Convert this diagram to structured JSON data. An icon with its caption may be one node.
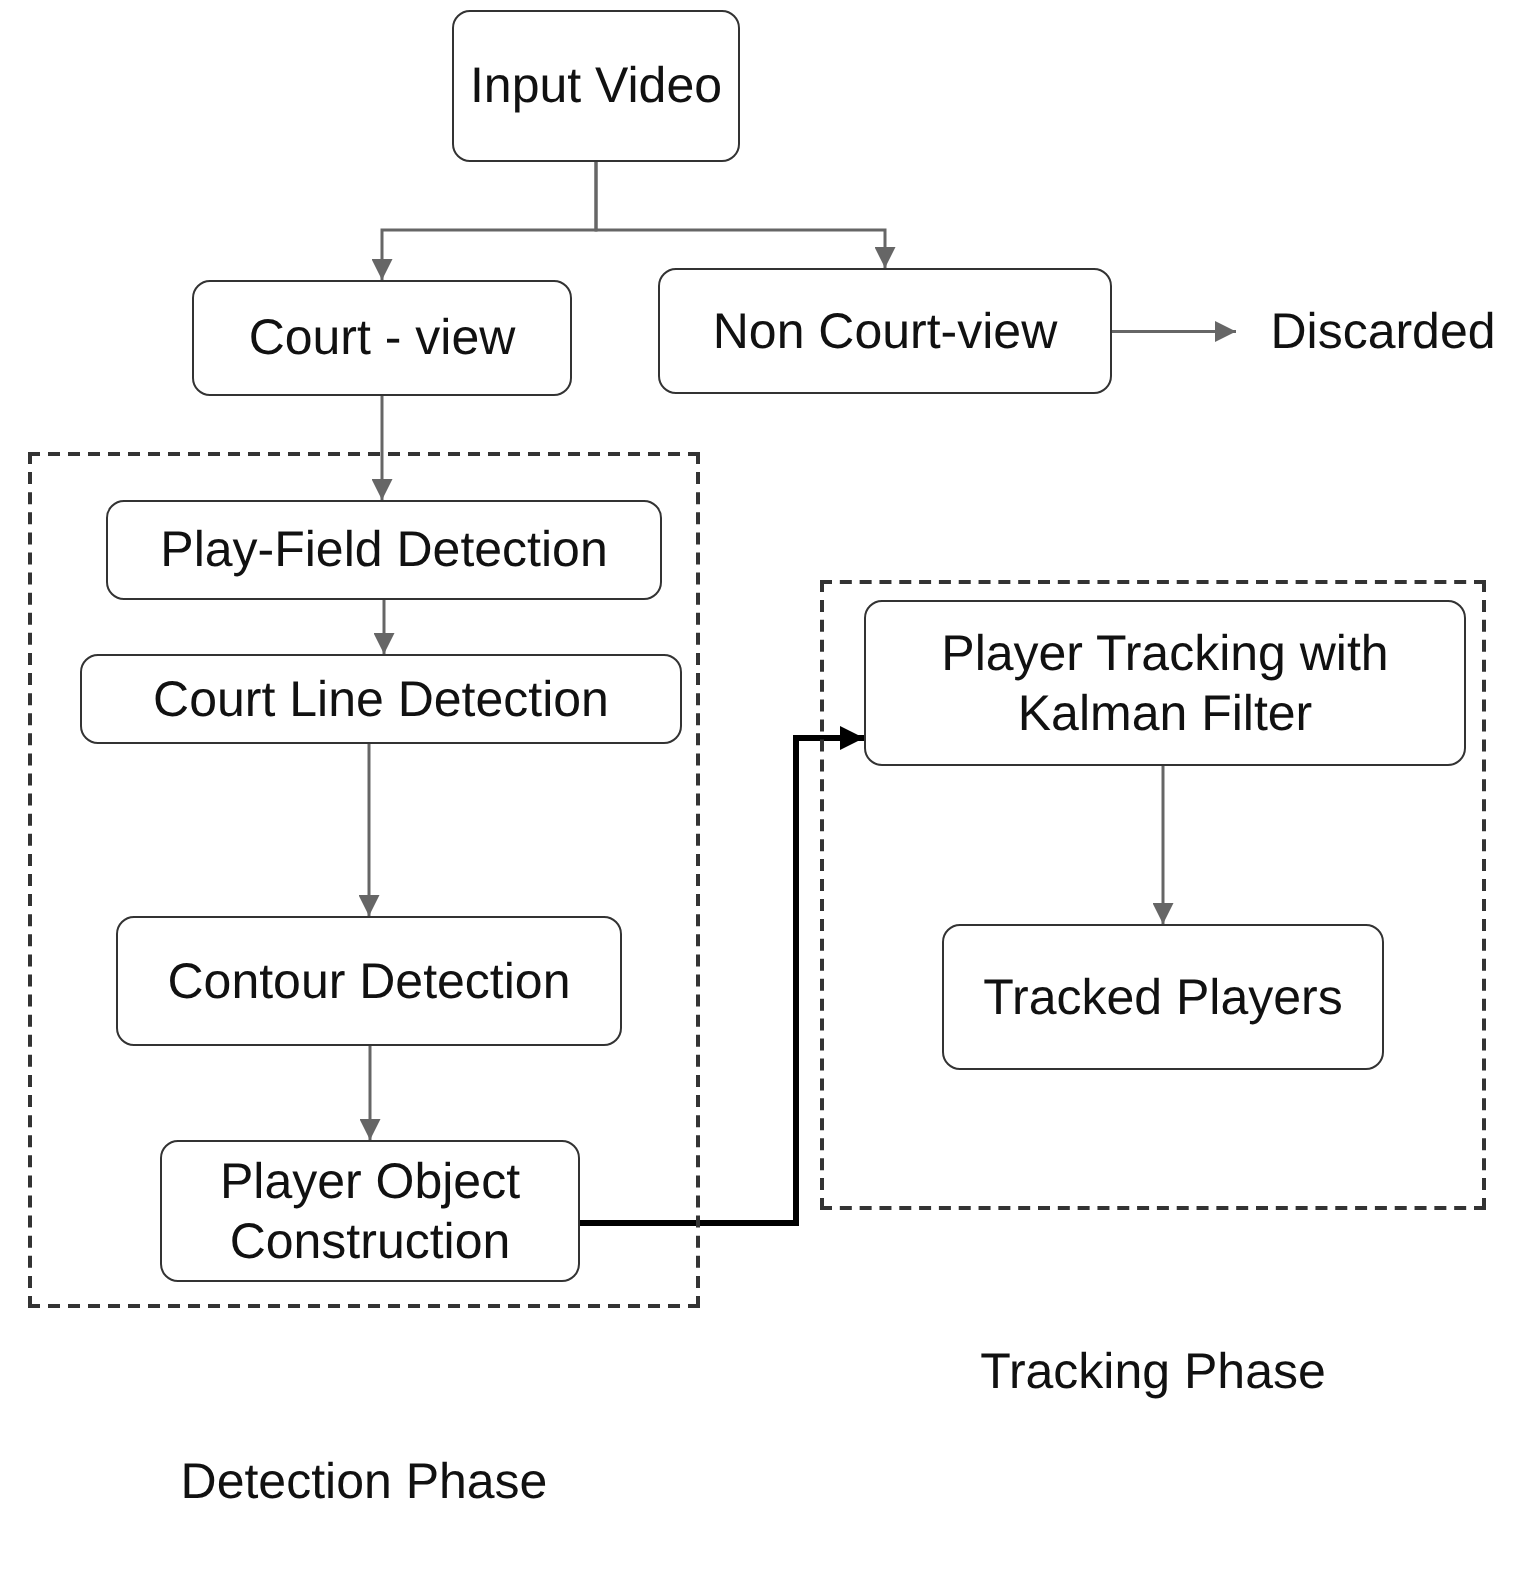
{
  "diagram": {
    "nodes": [
      {
        "text": [
          "Input Video"
        ]
      },
      {
        "text": [
          "Court - view"
        ]
      },
      {
        "text": [
          "Non Court-view"
        ]
      },
      {
        "text": [
          "Discarded"
        ]
      },
      {
        "text": [
          "Detection Phase"
        ]
      },
      {
        "text": [
          "Play-Field Detection"
        ],
        "in": 4
      },
      {
        "text": [
          "Court Line Detection"
        ],
        "in": 4
      },
      {
        "text": [
          "Contour Detection"
        ],
        "in": 4
      },
      {
        "text": [
          "Player Object Construction"
        ],
        "in": 4
      },
      {
        "text": [
          "Tracking Phase"
        ]
      },
      {
        "text": [
          "Player Tracking with Kalman Filter"
        ],
        "in": 9
      },
      {
        "text": [
          "Tracked Players"
        ],
        "in": 9
      }
    ],
    "edges": [
      {
        "from": 0,
        "to": 1,
        "arrow": "to"
      },
      {
        "from": 0,
        "to": 2,
        "arrow": "to"
      },
      {
        "from": 2,
        "to": 3,
        "arrow": "to"
      },
      {
        "from": 1,
        "to": 5,
        "arrow": "to"
      },
      {
        "from": 5,
        "to": 6,
        "arrow": "to"
      },
      {
        "from": 6,
        "to": 7,
        "arrow": "to"
      },
      {
        "from": 7,
        "to": 8,
        "arrow": "to"
      },
      {
        "from": 8,
        "to": 10,
        "arrow": "to",
        "style": "thick",
        "color": "#000000"
      },
      {
        "from": 10,
        "to": 11,
        "arrow": "to"
      }
    ]
  }
}
